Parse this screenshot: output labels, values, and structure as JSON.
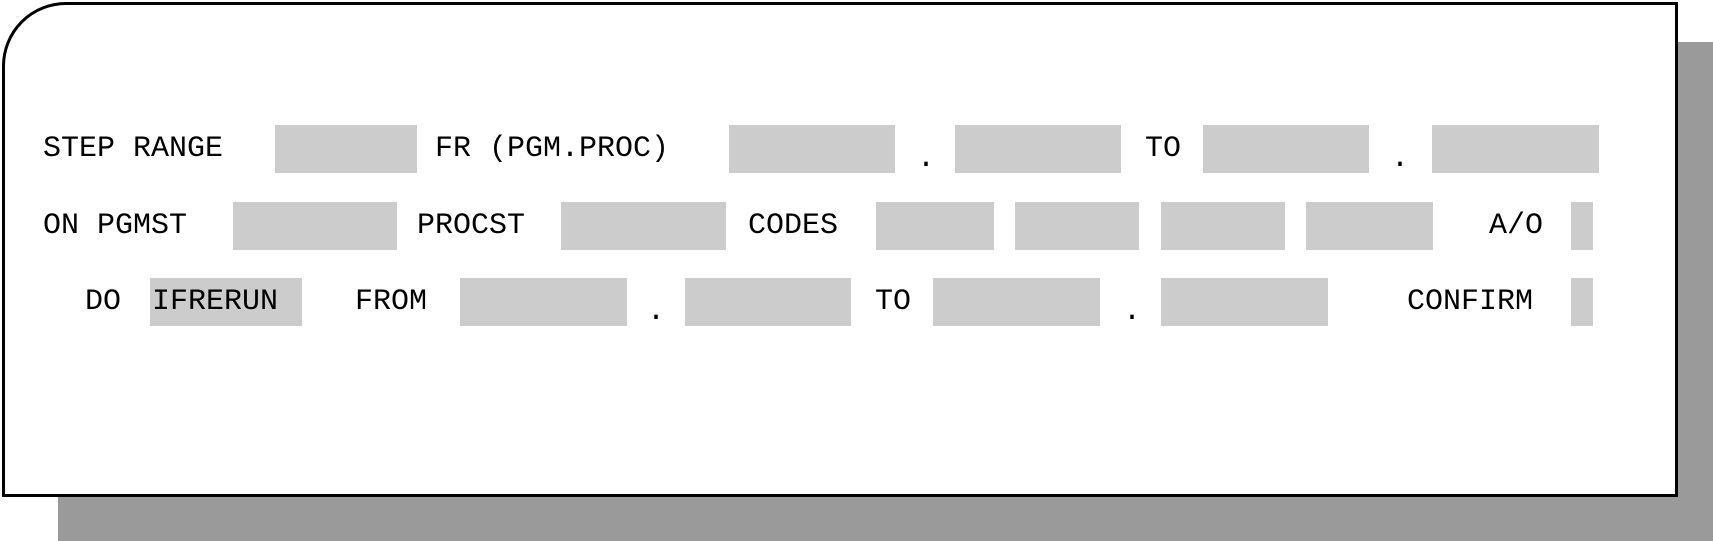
{
  "step_range": {
    "label": "STEP RANGE",
    "value": "",
    "fr_label": "FR (PGM.PROC)",
    "fr_pgm": "",
    "fr_separator": ".",
    "fr_proc": "",
    "to_label": "TO",
    "to_pgm": "",
    "to_separator": ".",
    "to_proc": ""
  },
  "on_row": {
    "pgmst_label": "ON PGMST",
    "pgmst_value": "",
    "procst_label": "PROCST",
    "procst_value": "",
    "codes_label": "CODES",
    "codes": [
      "",
      "",
      "",
      ""
    ],
    "ao_label": "A/O",
    "ao_value": ""
  },
  "do_row": {
    "do_label": "DO",
    "do_value": "IFRERUN",
    "from_label": "FROM",
    "from_pgm": "",
    "from_separator": ".",
    "from_proc": "",
    "to_label": "TO",
    "to_pgm": "",
    "to_separator": ".",
    "to_proc": "",
    "confirm_label": "CONFIRM",
    "confirm_value": ""
  },
  "colors": {
    "field_bg": "#cccccc",
    "shadow": "#9a9a9a",
    "border": "#000000"
  }
}
